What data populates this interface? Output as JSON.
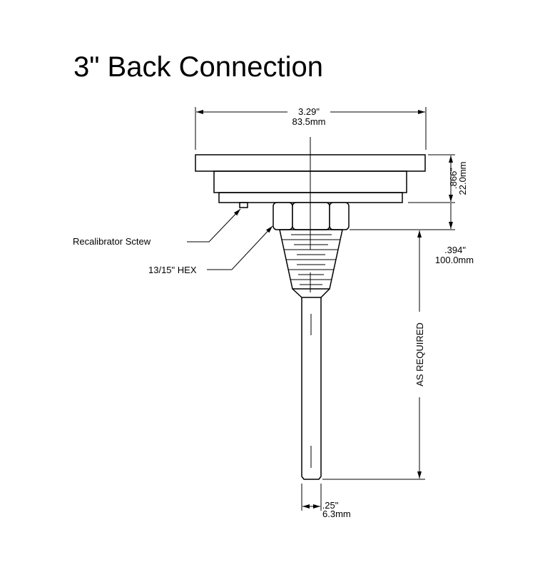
{
  "title": "3\" Back Connection",
  "dimensions": {
    "overall_width_in": "3.29\"",
    "overall_width_mm": "83.5mm",
    "case_depth_in": ".866\"",
    "case_depth_mm": "22.0mm",
    "hex_height_in": ".394\"",
    "hex_height_mm": "100.0mm",
    "stem_length": "AS REQUIRED",
    "stem_diameter_in": ".25\"",
    "stem_diameter_mm": "6.3mm"
  },
  "callouts": {
    "recalibrator": "Recalibrator Sctew",
    "hex": "13/15\" HEX"
  }
}
